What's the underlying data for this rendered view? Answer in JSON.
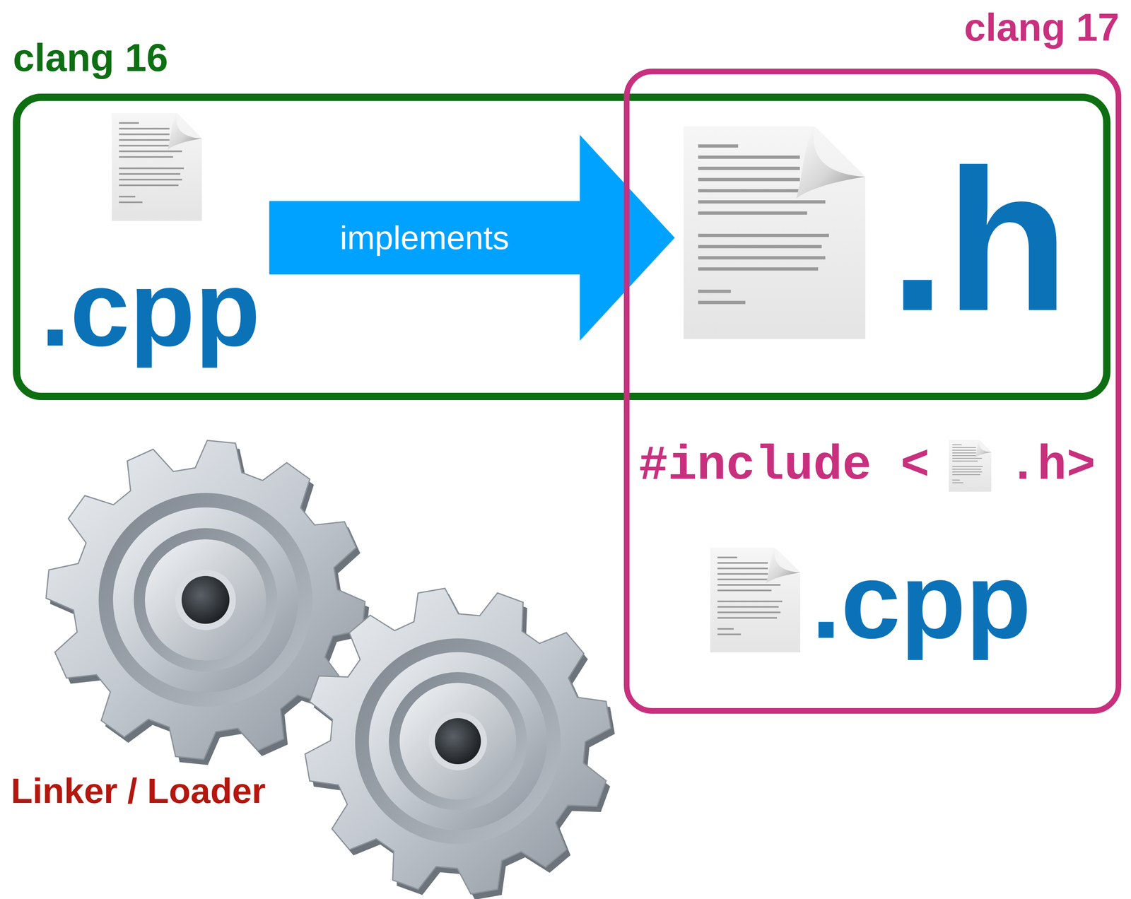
{
  "diagram": {
    "nodes": [
      {
        "text": [
          "clang 16"
        ]
      },
      {
        "text": [
          "clang 17"
        ]
      },
      {
        "text": [
          ".cpp"
        ],
        "in": 0
      },
      {
        "text": [
          ".h"
        ],
        "in": 1
      },
      {
        "text": [
          ".cpp"
        ],
        "in": 1
      }
    ],
    "edges": [
      {
        "from": 2,
        "to": 3,
        "label": "implements",
        "arrow": "to"
      }
    ],
    "labels": [
      "#include <",
      ".h>",
      "Linker / Loader"
    ]
  }
}
